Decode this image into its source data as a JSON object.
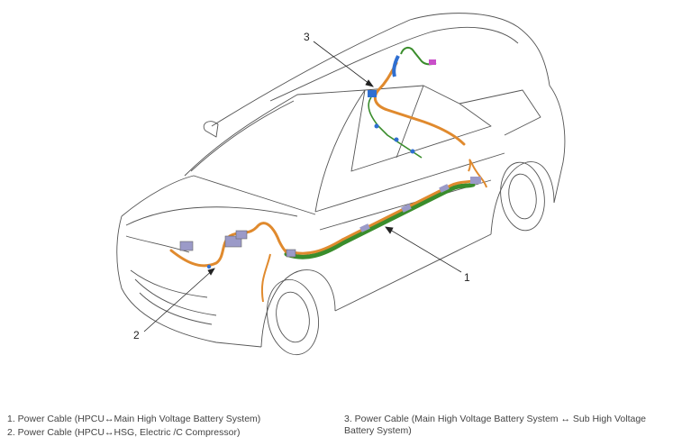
{
  "callouts": {
    "one": "1",
    "two": "2",
    "three": "3"
  },
  "legend": {
    "item1": "1. Power Cable (HPCU↔Main High Voltage Battery System)",
    "item2": "2. Power Cable (HPCU↔HSG, Electric /C Compressor)",
    "item3": "3. Power Cable (Main High Voltage Battery System ↔ Sub High Voltage Battery System)"
  },
  "colors": {
    "cable_orange": "#e08a2e",
    "cable_green": "#3a8d2c",
    "cable_blue": "#2f6fd1",
    "connector_purple": "#9b9ac8",
    "outline": "#5a5a5a"
  }
}
